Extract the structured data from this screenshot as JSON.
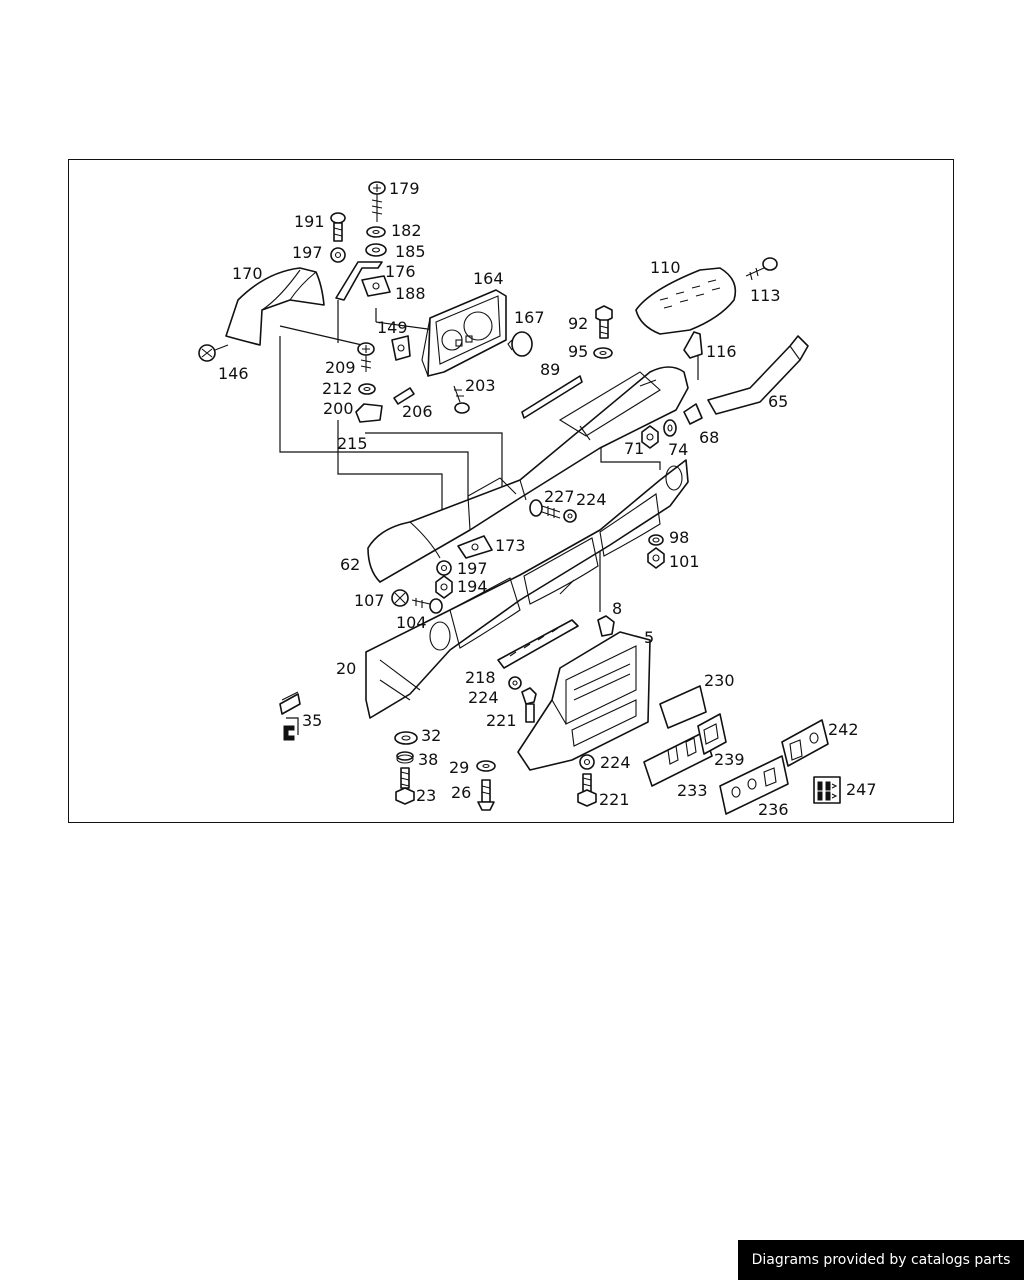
{
  "diagram": {
    "part_labels": [
      "179",
      "191",
      "182",
      "185",
      "197",
      "176",
      "188",
      "170",
      "164",
      "110",
      "113",
      "146",
      "149",
      "167",
      "92",
      "95",
      "116",
      "209",
      "89",
      "212",
      "203",
      "200",
      "206",
      "65",
      "215",
      "71",
      "74",
      "68",
      "227",
      "224",
      "173",
      "98",
      "101",
      "62",
      "197",
      "194",
      "107",
      "104",
      "8",
      "5",
      "20",
      "218",
      "230",
      "224",
      "221",
      "35",
      "32",
      "239",
      "242",
      "38",
      "29",
      "224",
      "233",
      "247",
      "23",
      "26",
      "221",
      "236"
    ]
  },
  "footer": {
    "credit": "Diagrams provided by catalogs parts"
  },
  "colors": {
    "line": "#111111",
    "background": "#ffffff",
    "banner_bg": "#000000",
    "banner_text": "#ffffff"
  }
}
